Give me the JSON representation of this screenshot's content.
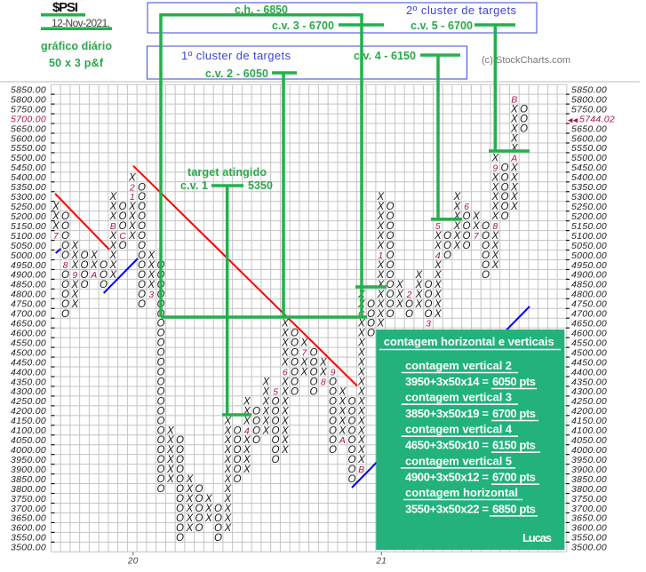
{
  "header": {
    "symbol": "$PSI",
    "date": "12-Nov-2021,",
    "chart_kind": "gráfico diário",
    "box_reversal": "50 x 3 p&f",
    "watermark": "(c) StockCharts.com"
  },
  "annotations": {
    "ch": "c.h. - 6850",
    "cv3": "c.v. 3 - 6700",
    "cluster2": "2º cluster de targets",
    "cv5": "c.v. 5 - 6700",
    "cluster1": "1º cluster de targets",
    "cv4": "c.v. 4 - 6150",
    "cv2": "c.v. 2 - 6050",
    "target_reached": "target atingido",
    "cv1": "c.v. 1",
    "cv1_value": "5350"
  },
  "count_box": {
    "title": "contagem horizontal e verticais",
    "items": [
      {
        "label": "contagem vertical 2",
        "formula": "3950+3x50x14 =",
        "result": "6050 pts"
      },
      {
        "label": "contagem vertical 3",
        "formula": "3850+3x50x19 =",
        "result": "6700 pts"
      },
      {
        "label": "contagem vertical 4",
        "formula": "4650+3x50x10 =",
        "result": "6150 pts"
      },
      {
        "label": "contagem vertical 5",
        "formula": "4900+3x50x12 =",
        "result": "6700 pts"
      },
      {
        "label": "contagem horizontal",
        "formula": "3550+3x50x22 =",
        "result": "6850 pts"
      }
    ],
    "author": "Lucas"
  },
  "colors": {
    "green": "#22b14c",
    "box_fill": "#23b27c",
    "blue": "#3b46d6",
    "month_marker": "#a8174a",
    "trend_red": "#ff0000",
    "trend_blue": "#0000ff"
  },
  "chart_data": {
    "type": "point-and-figure",
    "title": "$PSI",
    "box_size": 50,
    "reversal": 3,
    "y_min": 3500,
    "y_max": 5850,
    "y_label_decimals": 2,
    "last_price": "5744.02",
    "last_price_row": 5700,
    "last_price_icon": "double-left-arrow-icon",
    "year_marks": [
      {
        "label": "20",
        "column": 8
      },
      {
        "label": "21",
        "column": 34
      }
    ],
    "columns": [
      {
        "type": "X",
        "low": 5100,
        "high": 5250,
        "months": {
          "5100": "7"
        }
      },
      {
        "type": "O",
        "low": 4700,
        "high": 5200,
        "months": {
          "4950": "8"
        }
      },
      {
        "type": "X",
        "low": 4750,
        "high": 5050,
        "months": {
          "4900": "9"
        }
      },
      {
        "type": "O",
        "low": 4850,
        "high": 5000,
        "months": {}
      },
      {
        "type": "X",
        "low": 4900,
        "high": 5000,
        "months": {
          "4900": "A"
        }
      },
      {
        "type": "O",
        "low": 4850,
        "high": 4950,
        "months": {}
      },
      {
        "type": "X",
        "low": 4900,
        "high": 5300,
        "months": {
          "5150": "B"
        }
      },
      {
        "type": "O",
        "low": 5050,
        "high": 5250,
        "months": {
          "5100": "C"
        }
      },
      {
        "type": "X",
        "low": 5100,
        "high": 5400,
        "months": {
          "5300": "1",
          "5350": "2"
        }
      },
      {
        "type": "O",
        "low": 4750,
        "high": 5350,
        "months": {}
      },
      {
        "type": "X",
        "low": 4800,
        "high": 5000,
        "months": {
          "4800": "3"
        }
      },
      {
        "type": "O",
        "low": 3800,
        "high": 4950,
        "months": {}
      },
      {
        "type": "X",
        "low": 3850,
        "high": 4100,
        "months": {}
      },
      {
        "type": "O",
        "low": 3550,
        "high": 4050,
        "months": {}
      },
      {
        "type": "X",
        "low": 3600,
        "high": 3850,
        "months": {}
      },
      {
        "type": "O",
        "low": 3600,
        "high": 3800,
        "months": {}
      },
      {
        "type": "X",
        "low": 3650,
        "high": 3750,
        "months": {}
      },
      {
        "type": "O",
        "low": 3550,
        "high": 3700,
        "months": {}
      },
      {
        "type": "X",
        "low": 3600,
        "high": 4150,
        "months": {}
      },
      {
        "type": "O",
        "low": 3850,
        "high": 4100,
        "months": {}
      },
      {
        "type": "X",
        "low": 3900,
        "high": 4250,
        "months": {
          "4100": "4"
        }
      },
      {
        "type": "O",
        "low": 4050,
        "high": 4200,
        "months": {}
      },
      {
        "type": "X",
        "low": 4100,
        "high": 4350,
        "months": {}
      },
      {
        "type": "O",
        "low": 3950,
        "high": 4300,
        "months": {
          "4300": "5"
        }
      },
      {
        "type": "X",
        "low": 4000,
        "high": 4650,
        "months": {
          "4400": "6"
        }
      },
      {
        "type": "O",
        "low": 4300,
        "high": 4600,
        "months": {}
      },
      {
        "type": "X",
        "low": 4400,
        "high": 4550,
        "months": {
          "4500": "7"
        }
      },
      {
        "type": "O",
        "low": 4300,
        "high": 4500,
        "months": {}
      },
      {
        "type": "X",
        "low": 4350,
        "high": 4450,
        "months": {
          "4350": "8"
        }
      },
      {
        "type": "O",
        "low": 4000,
        "high": 4400,
        "months": {
          "4400": "9"
        }
      },
      {
        "type": "X",
        "low": 4050,
        "high": 4300,
        "months": {
          "4050": "A"
        }
      },
      {
        "type": "O",
        "low": 3850,
        "high": 4250,
        "months": {}
      },
      {
        "type": "X",
        "low": 3900,
        "high": 4800,
        "months": {
          "3900": "B",
          "4700": "C"
        }
      },
      {
        "type": "O",
        "low": 4600,
        "high": 4750,
        "months": {}
      },
      {
        "type": "X",
        "low": 4650,
        "high": 5300,
        "months": {
          "5000": "1"
        }
      },
      {
        "type": "O",
        "low": 4700,
        "high": 5250,
        "months": {}
      },
      {
        "type": "X",
        "low": 4750,
        "high": 4850,
        "months": {}
      },
      {
        "type": "O",
        "low": 4700,
        "high": 4800,
        "months": {
          "4800": "2"
        }
      },
      {
        "type": "X",
        "low": 4750,
        "high": 4900,
        "months": {}
      },
      {
        "type": "O",
        "low": 4650,
        "high": 4850,
        "months": {
          "4650": "3"
        }
      },
      {
        "type": "X",
        "low": 4700,
        "high": 5150,
        "months": {
          "5000": "4",
          "5150": "5"
        }
      },
      {
        "type": "O",
        "low": 5000,
        "high": 5100,
        "months": {}
      },
      {
        "type": "X",
        "low": 5050,
        "high": 5300,
        "months": {}
      },
      {
        "type": "O",
        "low": 5050,
        "high": 5250,
        "months": {
          "5250": "6"
        }
      },
      {
        "type": "X",
        "low": 5100,
        "high": 5200,
        "months": {
          "5100": "7"
        }
      },
      {
        "type": "O",
        "low": 4900,
        "high": 5150,
        "months": {}
      },
      {
        "type": "X",
        "low": 4950,
        "high": 5500,
        "months": {
          "5150": "8",
          "5450": "9"
        }
      },
      {
        "type": "O",
        "low": 5200,
        "high": 5450,
        "months": {}
      },
      {
        "type": "X",
        "low": 5250,
        "high": 5800,
        "months": {
          "5500": "A",
          "5800": "B"
        }
      },
      {
        "type": "O",
        "low": 5650,
        "high": 5750,
        "months": {}
      }
    ]
  }
}
